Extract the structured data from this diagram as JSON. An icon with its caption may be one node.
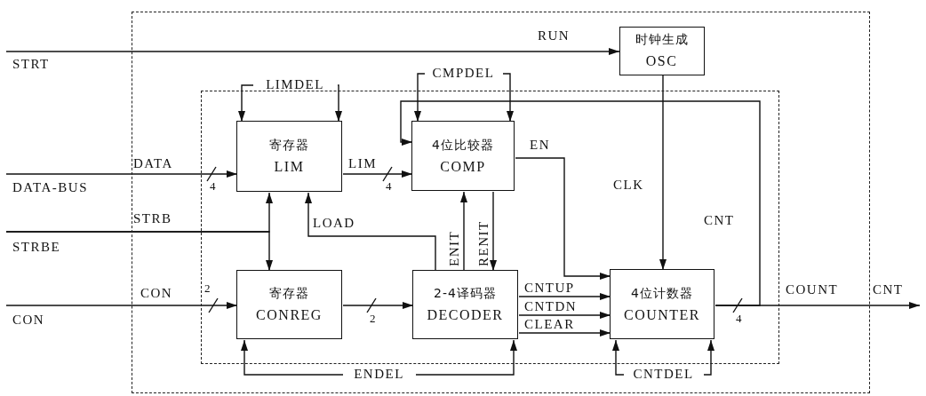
{
  "diagram": {
    "nodes": [
      {
        "text": [],
        "shape": "box"
      },
      {
        "text": [],
        "shape": "box",
        "in": 0
      },
      {
        "text": [
          "时钟生成",
          "OSC"
        ],
        "in": 0
      },
      {
        "text": [
          "寄存器",
          "LIM"
        ],
        "in": 1
      },
      {
        "text": [
          "4位比较器",
          "COMP"
        ],
        "in": 1
      },
      {
        "text": [
          "寄存器",
          "CONREG"
        ],
        "in": 1
      },
      {
        "text": [
          "2-4译码器",
          "DECODER"
        ],
        "in": 1
      },
      {
        "text": [
          "4位计数器",
          "COUNTER"
        ],
        "in": 1
      },
      {
        "text": [
          "LIMDEL"
        ],
        "in": 0
      },
      {
        "text": [
          "CMPDEL"
        ],
        "in": 0
      },
      {
        "text": [
          "ENDEL"
        ],
        "in": 0
      },
      {
        "text": [
          "CNTDEL"
        ],
        "in": 0
      }
    ],
    "edges": [
      {
        "from": null,
        "to": 2,
        "arrow": "to",
        "label": "RUN"
      },
      {
        "from": null,
        "to": 3,
        "arrow": "to",
        "label": "DATA"
      },
      {
        "from": 3,
        "to": 4,
        "arrow": "to",
        "label": "LIM"
      },
      {
        "from": null,
        "to": 3,
        "arrow": "to",
        "label": "STRB"
      },
      {
        "from": null,
        "to": 5,
        "arrow": "to"
      },
      {
        "from": null,
        "to": 5,
        "arrow": "to",
        "label": "CON"
      },
      {
        "from": 5,
        "to": 6,
        "arrow": "to"
      },
      {
        "from": 6,
        "to": 3,
        "arrow": "to",
        "label": "LOAD"
      },
      {
        "from": 6,
        "to": 4,
        "arrow": "to",
        "label": "ENIT"
      },
      {
        "from": 4,
        "to": 6,
        "arrow": "to",
        "label": "RENIT"
      },
      {
        "from": 4,
        "to": 7,
        "arrow": "to",
        "label": "EN"
      },
      {
        "from": 6,
        "to": 7,
        "arrow": "to",
        "label": "CNTUP"
      },
      {
        "from": 6,
        "to": 7,
        "arrow": "to",
        "label": "CNTDN"
      },
      {
        "from": 6,
        "to": 7,
        "arrow": "to",
        "label": "CLEAR"
      },
      {
        "from": 2,
        "to": 7,
        "arrow": "to",
        "label": "CLK"
      },
      {
        "from": 7,
        "to": null,
        "arrow": "to",
        "label": "COUNT"
      },
      {
        "from": 7,
        "to": 4,
        "arrow": "to",
        "label": "CNT"
      },
      {
        "from": 8,
        "to": 3,
        "arrow": "to"
      },
      {
        "from": 8,
        "to": 3,
        "arrow": "to"
      },
      {
        "from": 9,
        "to": 4,
        "arrow": "to"
      },
      {
        "from": 9,
        "to": 4,
        "arrow": "to"
      },
      {
        "from": 10,
        "to": 5,
        "arrow": "to"
      },
      {
        "from": 10,
        "to": 6,
        "arrow": "to"
      },
      {
        "from": 11,
        "to": 7,
        "arrow": "to"
      },
      {
        "from": 11,
        "to": 7,
        "arrow": "to"
      }
    ],
    "labels": [
      "STRT",
      "DATA-BUS",
      "4",
      "4",
      "STRBE",
      "CON",
      "2",
      "2",
      "4",
      "CNT"
    ]
  }
}
